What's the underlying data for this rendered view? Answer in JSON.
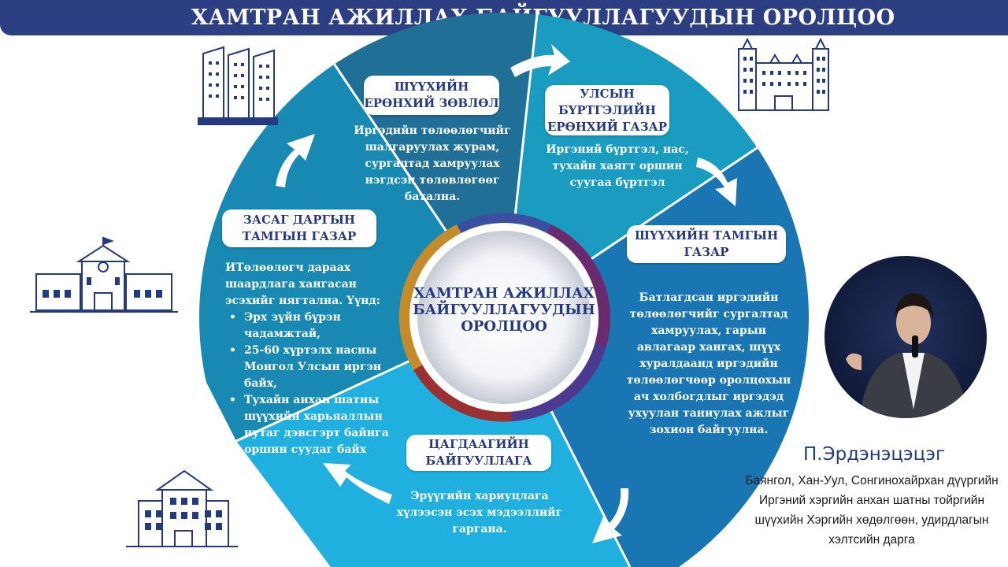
{
  "header": {
    "title": "ХАМТРАН АЖИЛЛАХ БАЙГУУЛЛАГУУДЫН ОРОЛЦОО"
  },
  "center": {
    "label": "ХАМТРАН АЖИЛЛАХ БАЙГУУЛЛАГУУДЫН ОРОЛЦОО"
  },
  "sections": [
    {
      "title": "ШҮҮХИЙН ЕРӨНХИЙ ЗӨВЛӨЛ",
      "text": "Иргэдийн төлөөлөгчийг шалгаруулах журам, сургалтад хамруулах нэгдсэн төлөвлөгөөг батална."
    },
    {
      "title": "УЛСЫН БҮРТГЭЛИЙН ЕРӨНХИЙ ГАЗАР",
      "text": "Иргэний бүртгэл, нас, тухайн хаягт оршин суугаа бүртгэл"
    },
    {
      "title": "ШҮҮХИЙН ТАМГЫН ГАЗАР",
      "text": "Батлагдсан иргэдийн төлөөлөгчийг сургалтад хамруулах, гарын авлагаар хангах, шүүх хуралдаанд иргэдийн төлөөлөгчөөр оролцохын ач холбогдлыг иргэдэд ухуулан таниулах ажлыг зохион байгуулна."
    },
    {
      "title": "ЦАГДААГИЙН БАЙГУУЛЛАГА",
      "text": "Эрүүгийн хариуцлага хүлээсэн эсэх мэдээллийг гаргана."
    },
    {
      "title": "ЗАСАГ ДАРГЫН ТАМГЫН ГАЗАР",
      "intro": "ИТөлөөлөгч дараах шаардлага хангасан эсэхийг нягтална. Үүнд:",
      "bullets": [
        "Эрх зүйн бүрэн чадамжтай,",
        "25-60 хүртэлх насны Монгол Улсын иргэн байх,",
        "Тухайн анхан шатны шүүхийн харьяаллын нутаг дэвсгэрт байнга оршин суудаг байх"
      ]
    }
  ],
  "speaker": {
    "name": "П.Эрдэнэцэцэг",
    "role": "Баянгол, Хан-Уул, Сонгинохайрхан дүүргийн Иргэний хэргийн анхан шатны тойргийн шүүхийн Хэргийн хөдөлгөөн, удирдлагын хэлтсийн дарга"
  },
  "icons": [
    "office-building-icon",
    "apartment-building-icon",
    "school-building-icon",
    "house-building-icon",
    "flow-arrow-icon",
    "speaker-photo"
  ],
  "colors": {
    "title_bar": "#2c3f82",
    "label_text": "#243a80",
    "segment_top": "#1f6f96",
    "segment_top_right": "#1a9cc0",
    "segment_right": "#1a76b3",
    "segment_bottom": "#1fb0e0",
    "segment_left": "#1889b3"
  }
}
